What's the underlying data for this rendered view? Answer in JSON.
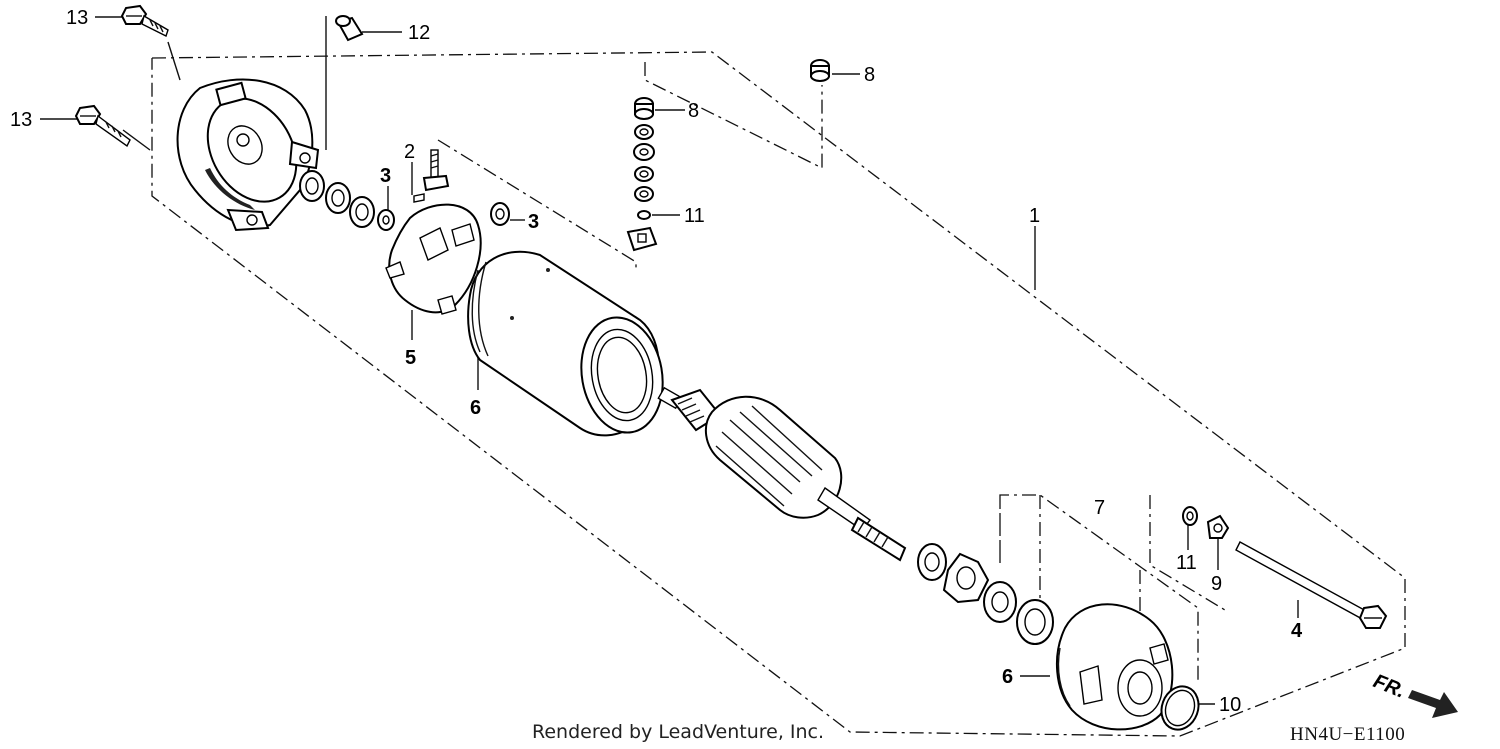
{
  "callouts": {
    "c13a": "13",
    "c13b": "13",
    "c12": "12",
    "c2": "2",
    "c3a": "3",
    "c3b": "3",
    "c5": "5",
    "c6a": "6",
    "c6b": "6",
    "c8a": "8",
    "c8b": "8",
    "c11a": "11",
    "c11b": "11",
    "c1": "1",
    "c7": "7",
    "c9": "9",
    "c4": "4",
    "c10": "10"
  },
  "footer": {
    "credit": "Rendered by LeadVenture, Inc.",
    "diagram_code": "HN4U−E1100",
    "direction_label": "FR."
  }
}
